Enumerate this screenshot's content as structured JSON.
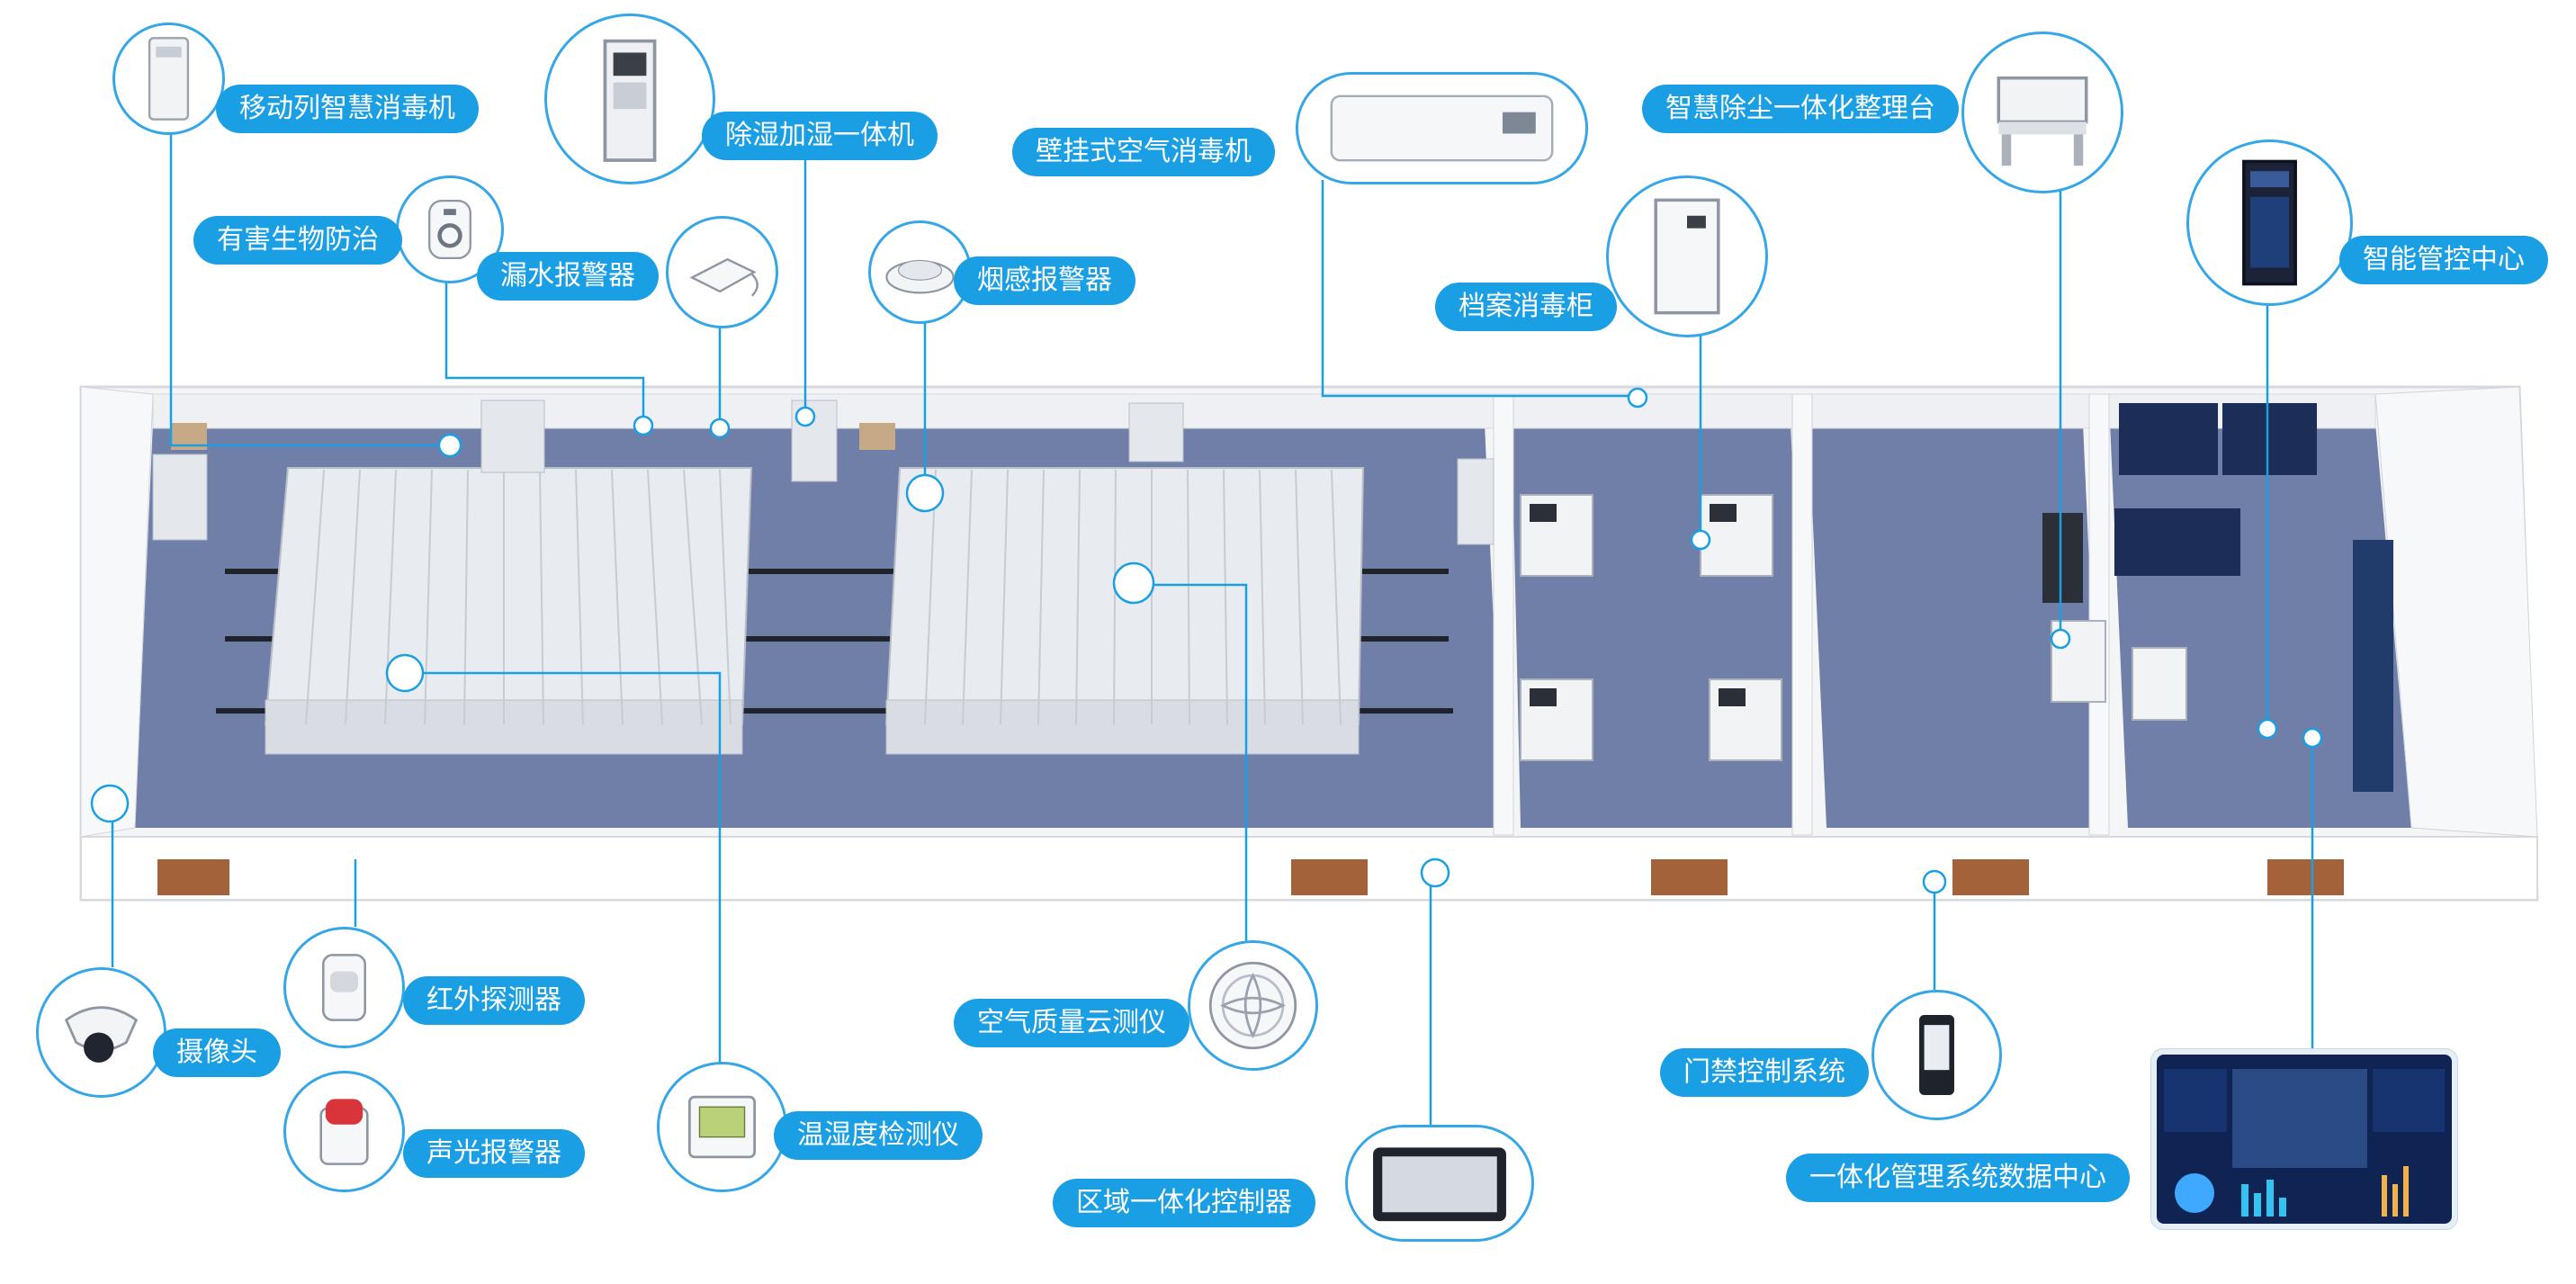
{
  "devices": {
    "mobile_sterilizer": "移动列智慧消毒机",
    "dehumidifier": "除湿加湿一体机",
    "wall_air_sterilizer": "壁挂式空气消毒机",
    "dust_removal_station": "智慧除尘一体化整理台",
    "pest_control": "有害生物防治",
    "water_leak_alarm": "漏水报警器",
    "smoke_alarm": "烟感报警器",
    "archive_sterilizer_cabinet": "档案消毒柜",
    "smart_control_center": "智能管控中心",
    "camera": "摄像头",
    "infrared_detector": "红外探测器",
    "sound_light_alarm": "声光报警器",
    "temp_humidity_meter": "温湿度检测仪",
    "air_quality_monitor": "空气质量云测仪",
    "area_controller": "区域一体化控制器",
    "access_control": "门禁控制系统",
    "data_center": "一体化管理系统数据中心"
  },
  "colors": {
    "accent": "#1b9fe4",
    "floor": "#6f7fa8",
    "wall": "#eef0f3",
    "cabinet": "#d9dde3"
  },
  "icons": [
    "sterilizer-icon",
    "dehumidifier-icon",
    "air-sterilizer-icon",
    "workstation-icon",
    "pest-repeller-icon",
    "leak-sensor-icon",
    "smoke-detector-icon",
    "cabinet-icon",
    "server-rack-icon",
    "camera-icon",
    "pir-sensor-icon",
    "siren-icon",
    "thermo-hygrometer-icon",
    "air-monitor-icon",
    "tablet-icon",
    "face-terminal-icon",
    "dashboard-icon"
  ]
}
